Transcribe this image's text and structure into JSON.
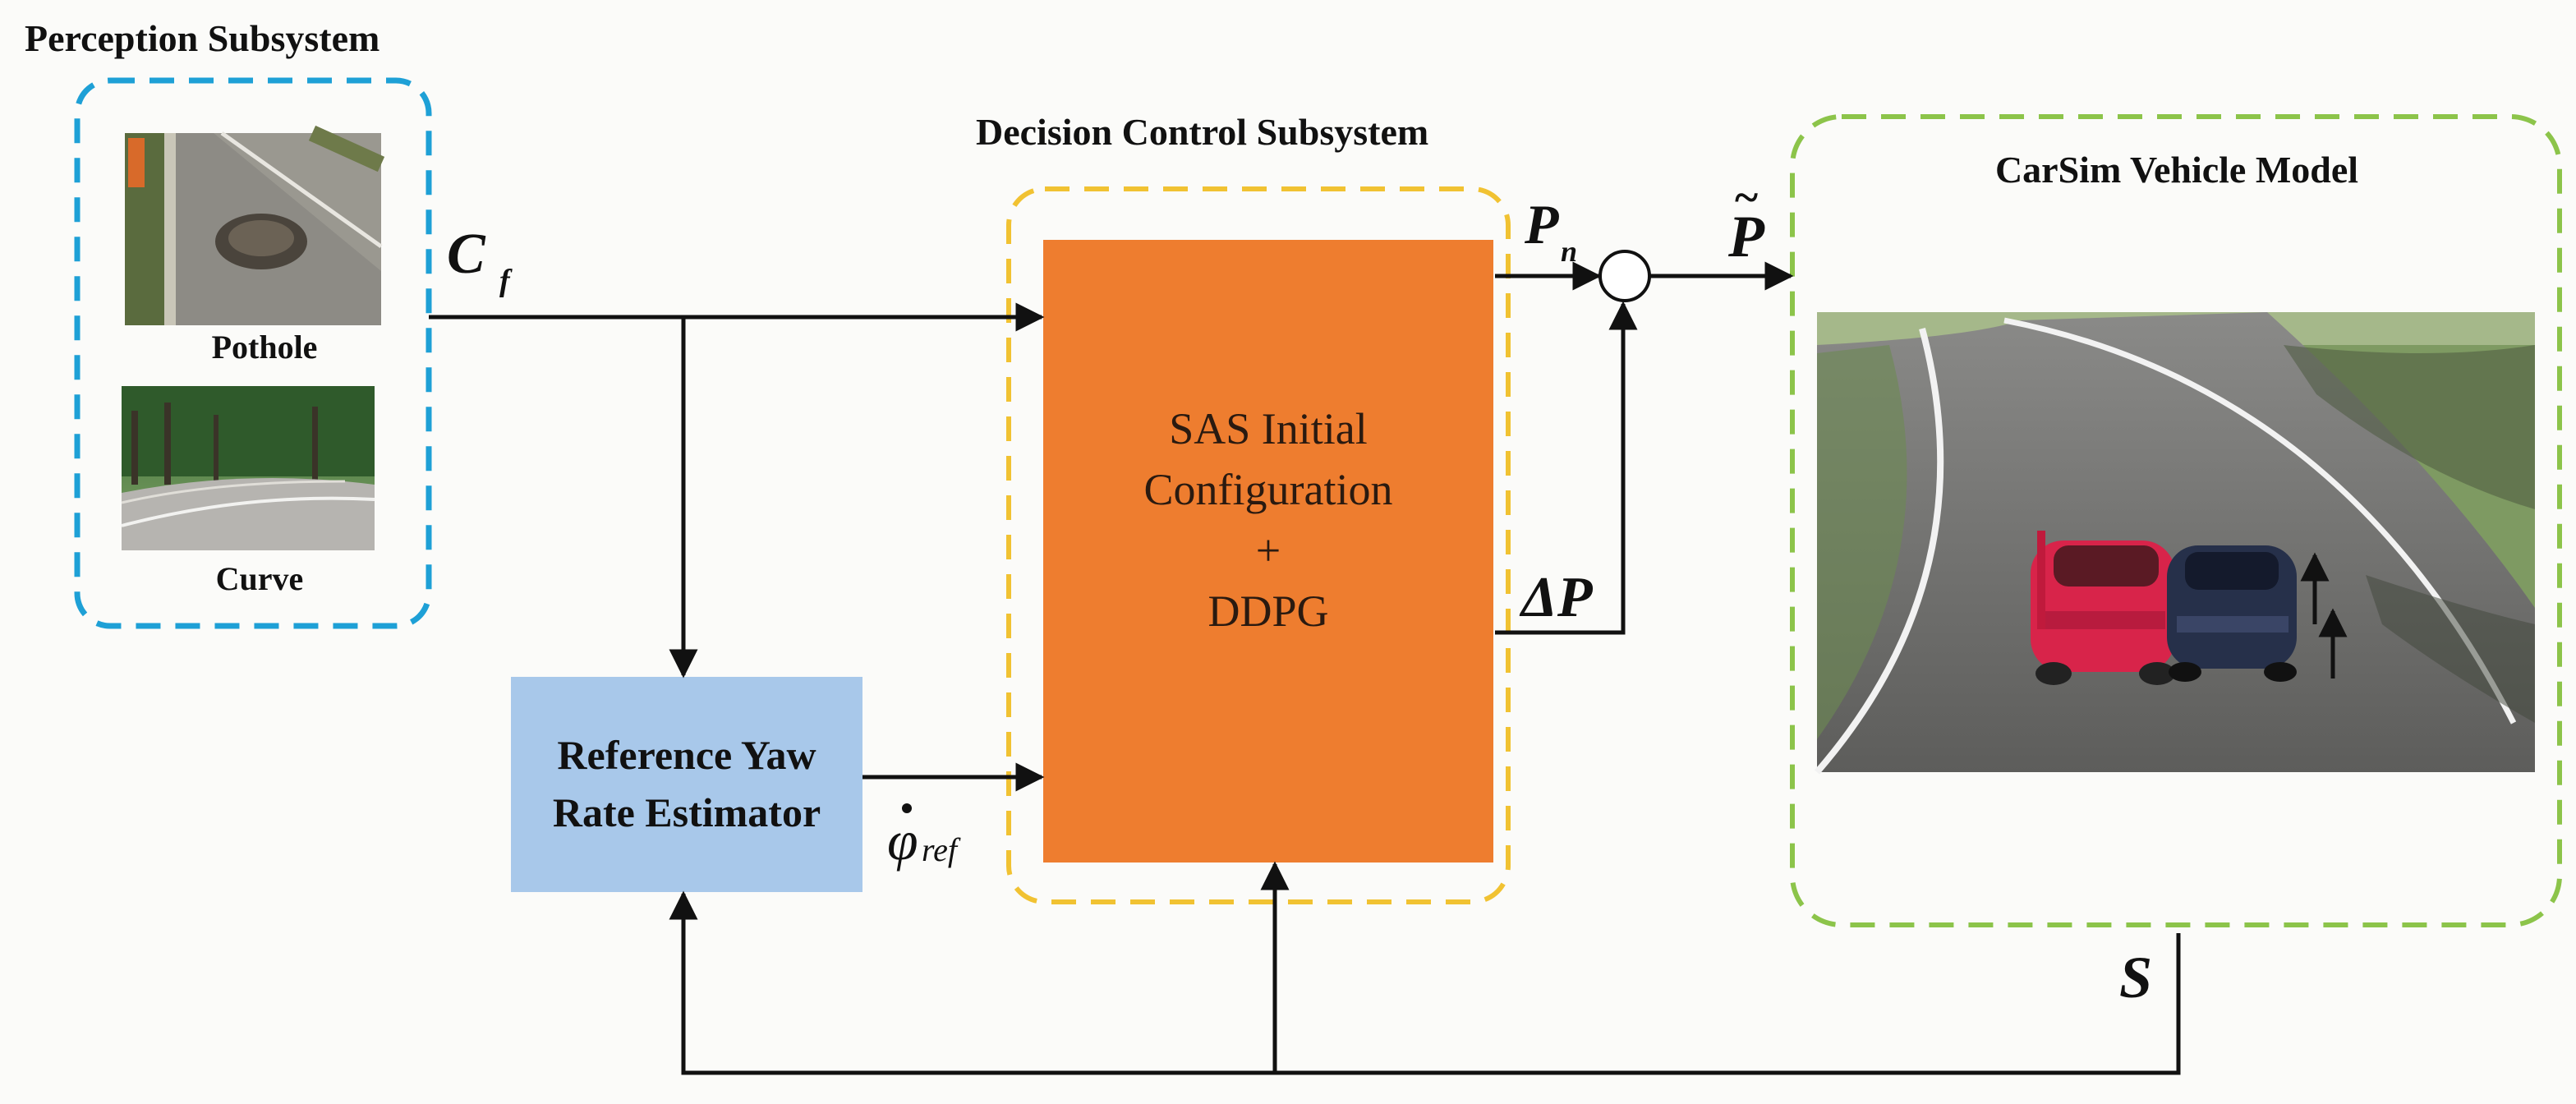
{
  "perception": {
    "title": "Perception Subsystem",
    "image1_caption": "Pothole",
    "image2_caption": "Curve",
    "output_symbol": "C",
    "output_subscript": "f"
  },
  "decision": {
    "title": "Decision Control Subsystem",
    "block_line1": "SAS Initial",
    "block_line2": "Configuration",
    "block_line3": "+",
    "block_line4": "DDPG",
    "output_symbol": "P",
    "output_subscript": "n",
    "delta_symbol": "ΔP"
  },
  "estimator": {
    "line1": "Reference Yaw",
    "line2": "Rate Estimator",
    "output_symbol": "φ",
    "output_subscript": "ref"
  },
  "vehicle": {
    "title": "CarSim Vehicle Model",
    "input_symbol": "P",
    "state_symbol": "S"
  },
  "colors": {
    "perception_border": "#1ea0d6",
    "decision_border": "#f1c232",
    "vehicle_border": "#8cc44a",
    "ddpg_fill": "#ee7d2f",
    "estimator_fill": "#a8c8ea"
  }
}
